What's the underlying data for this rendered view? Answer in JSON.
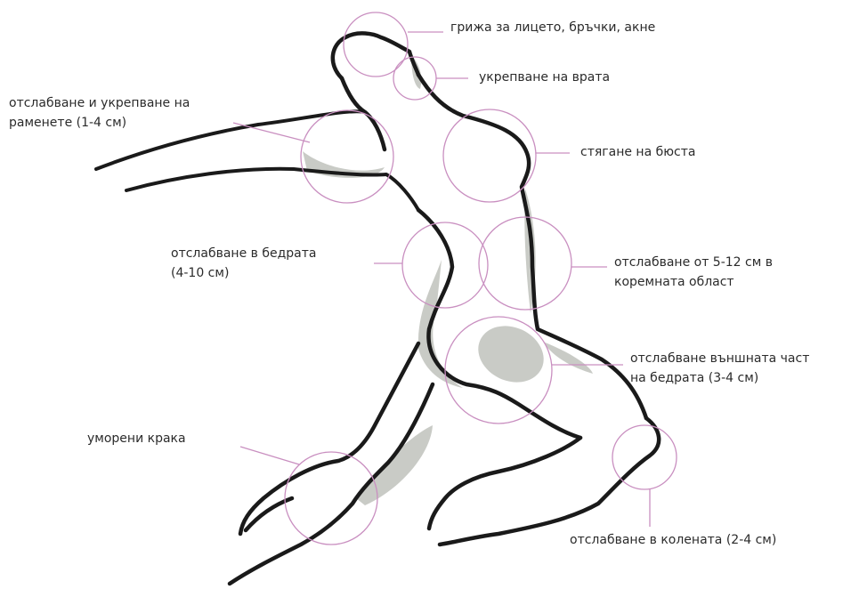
{
  "colors": {
    "outline": "#1a1a1a",
    "circle": "#c98fc0",
    "leader": "#c98fc0",
    "shade": "#c9cbc6",
    "text": "#2b2b2b"
  },
  "labels": {
    "face": "грижа за лицето, бръчки, акне",
    "neck": "укрепване на врата",
    "shoulders": [
      "отслабване и укрепване на",
      "раменете (1-4 см)"
    ],
    "bust": "стягане на бюста",
    "hips": [
      "отслабване в бедрата",
      "(4-10 см)"
    ],
    "abdomen": [
      "отслабване от 5-12 см в",
      "коремната област"
    ],
    "outer_thighs": [
      "отслабване външната част",
      "на бедрата (3-4 см)"
    ],
    "legs": "уморени крака",
    "knees": "отслабване в колената (2-4 см)"
  }
}
